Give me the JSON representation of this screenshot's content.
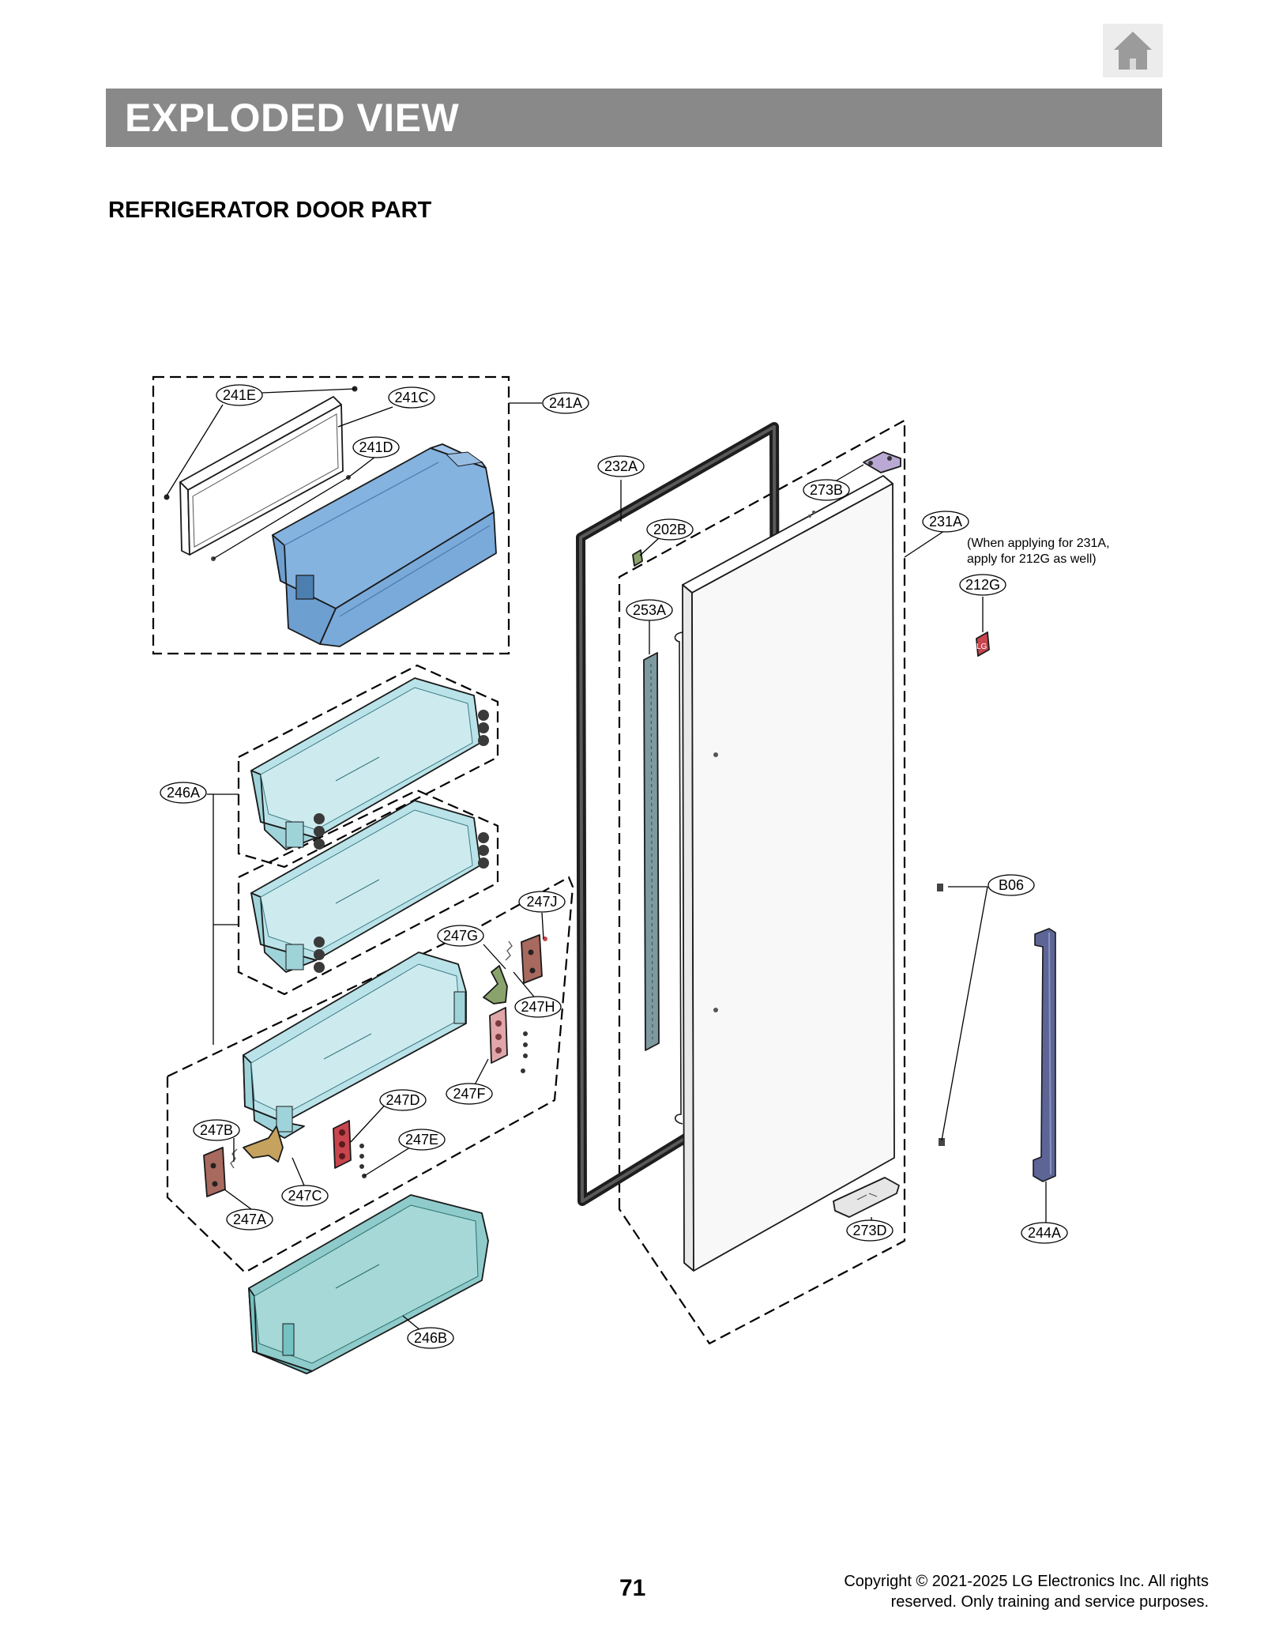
{
  "header": {
    "title": "EXPLODED VIEW",
    "home_icon": "home-icon"
  },
  "section": {
    "title": "REFRIGERATOR DOOR PART"
  },
  "callouts": {
    "c241E": "241E",
    "c241C": "241C",
    "c241A": "241A",
    "c241D": "241D",
    "c232A": "232A",
    "c273B": "273B",
    "c202B": "202B",
    "c231A": "231A",
    "c212G": "212G",
    "c253A": "253A",
    "c246A": "246A",
    "cB06": "B06",
    "c247J": "247J",
    "c247G": "247G",
    "c247H": "247H",
    "c247F": "247F",
    "c247D": "247D",
    "c247B": "247B",
    "c247E": "247E",
    "c247C": "247C",
    "c247A": "247A",
    "c273D": "273D",
    "c244A": "244A",
    "c246B": "246B"
  },
  "notes": {
    "note_231A_line1": "(When applying for 231A,",
    "note_231A_line2": "apply for 212G as well)",
    "badge_logo": "LG"
  },
  "colors": {
    "header_bar": "#898989",
    "basket_blue": "#85b3e0",
    "bin_cyan": "#b9e3e8",
    "bin_teal": "#74c2c2",
    "handle_navy": "#5c6596",
    "hinge_purple": "#b9a9d4",
    "badge_red": "#c8454d",
    "bracket_green": "#8aa36c",
    "holder_brown": "#a8695e"
  },
  "footer": {
    "page_number": "71",
    "copyright_line1": "Copyright © 2021-2025 LG Electronics Inc. All rights",
    "copyright_line2": "reserved. Only training and service purposes."
  }
}
